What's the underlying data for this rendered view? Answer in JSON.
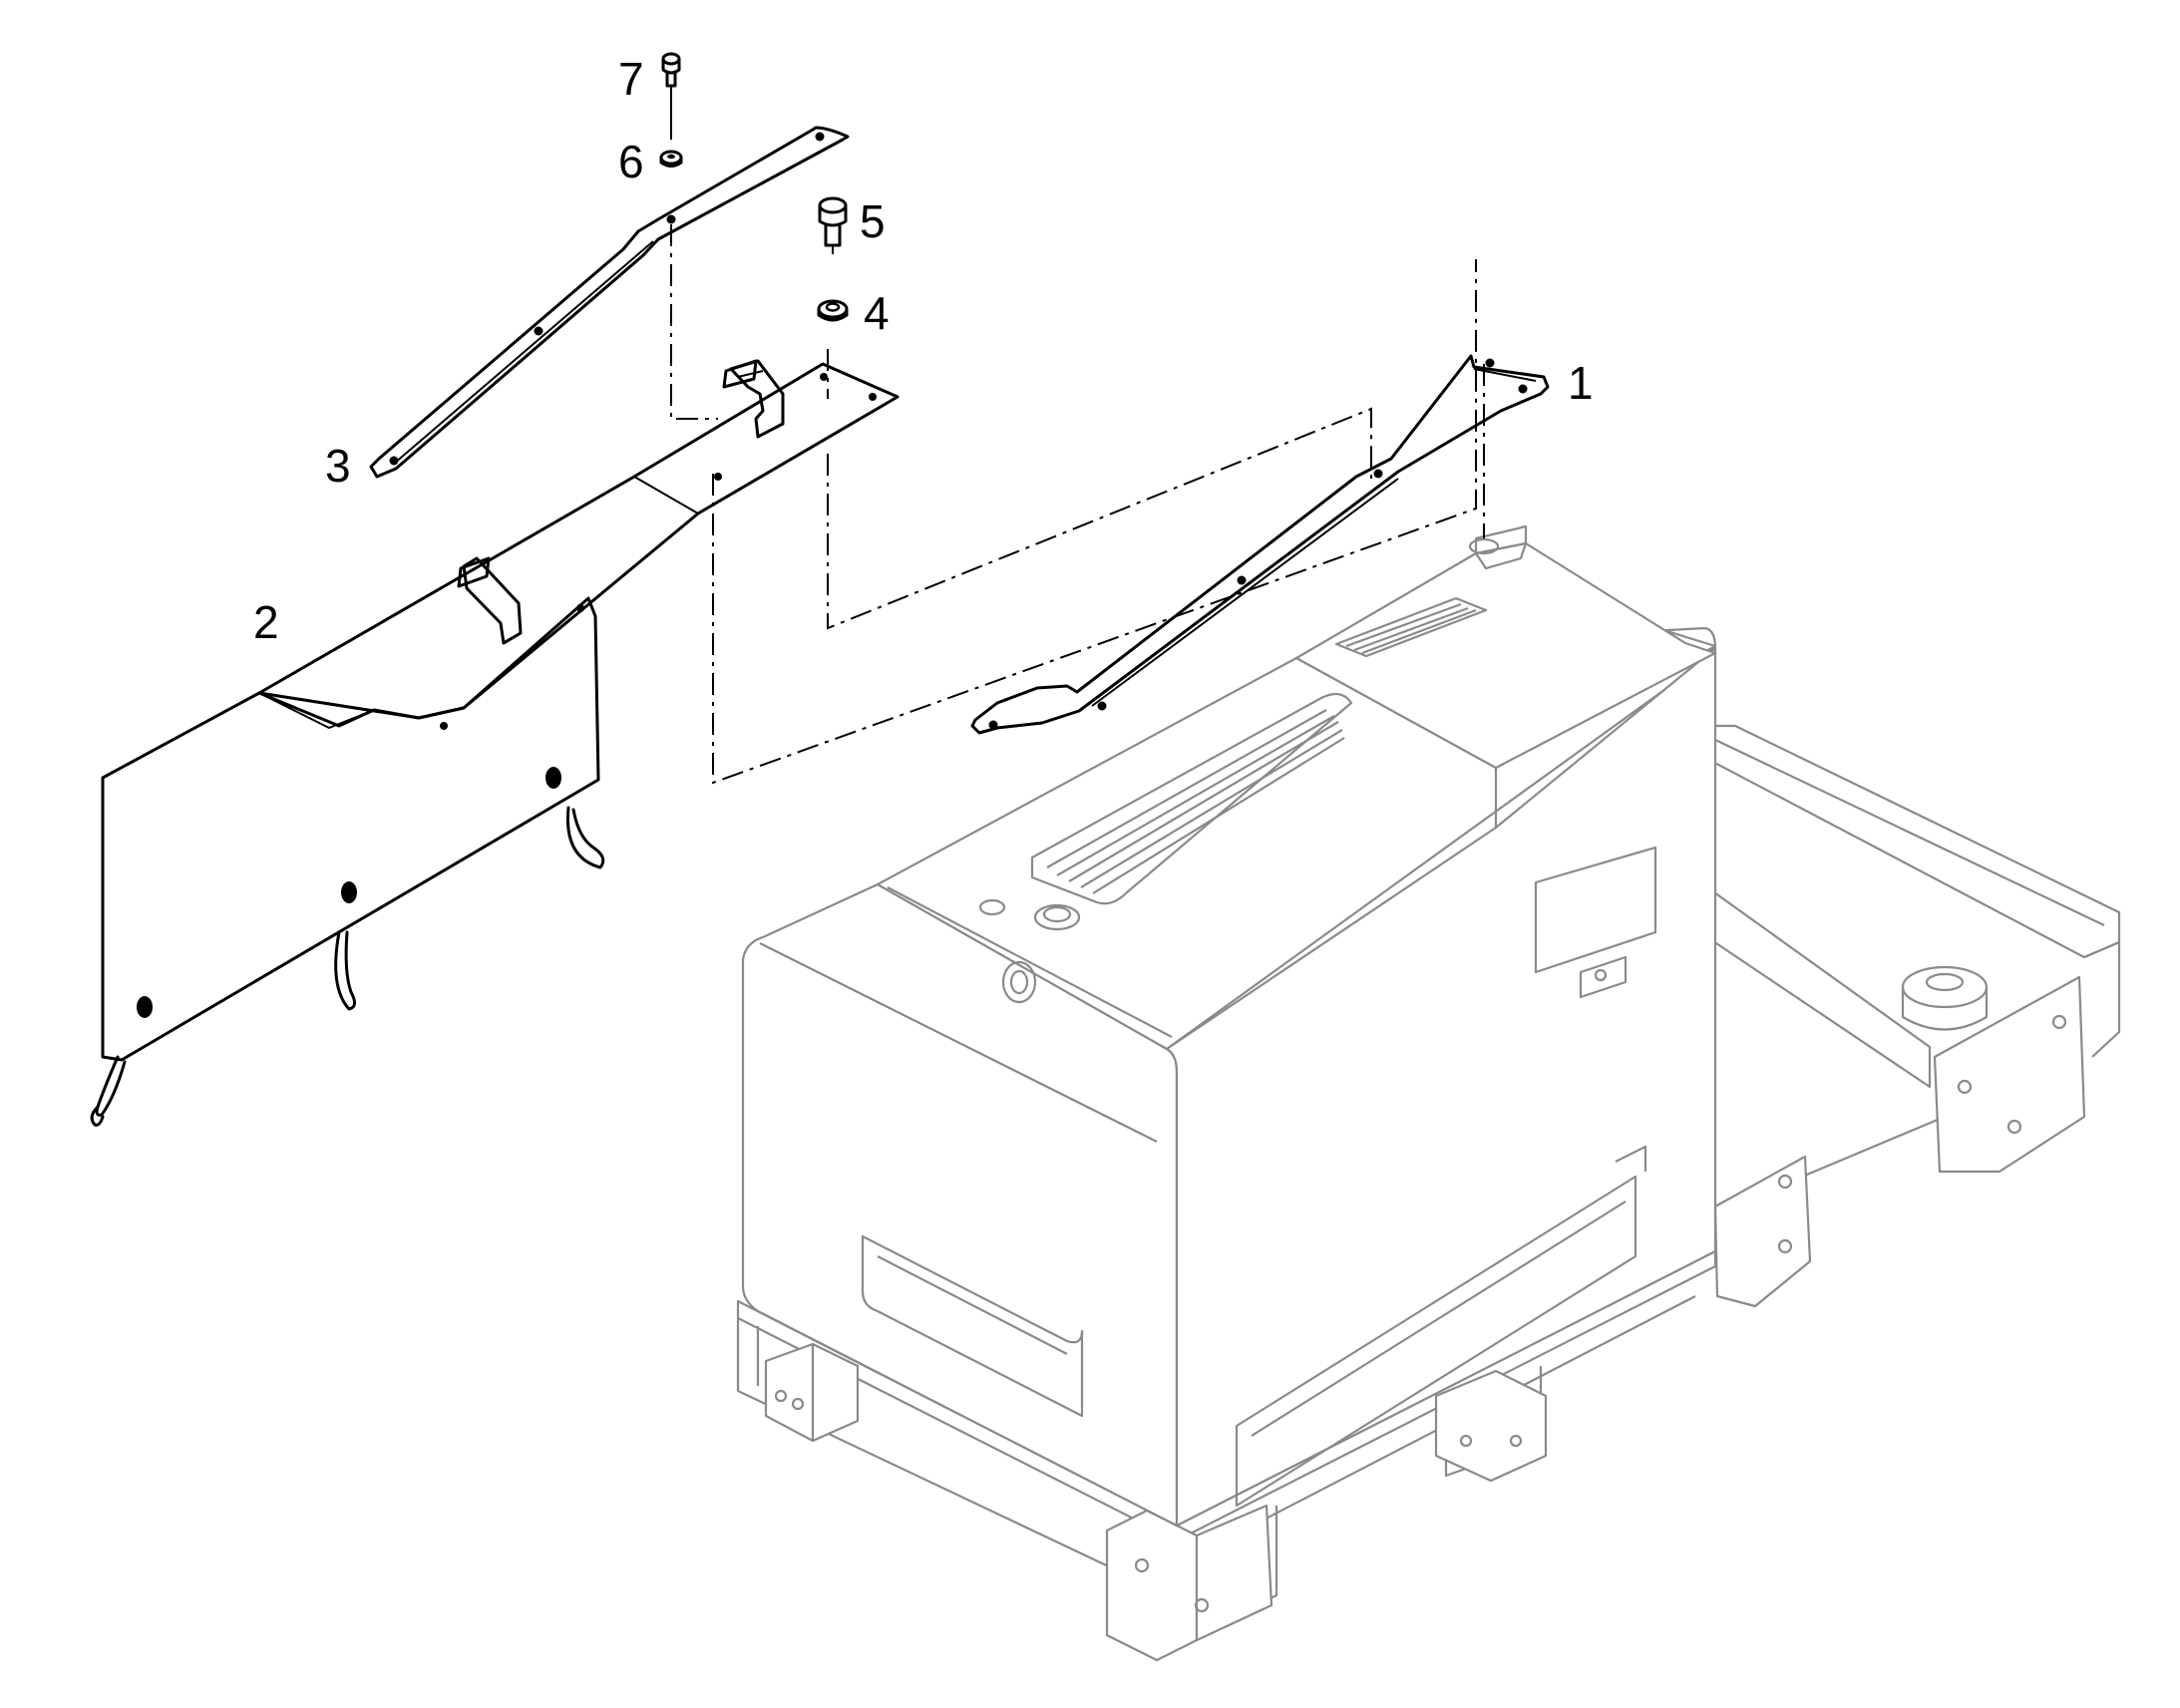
{
  "diagram": {
    "colors": {
      "line": "#000000",
      "ghost": "#8a8a8a",
      "background": "#ffffff"
    },
    "callouts": [
      {
        "id": "1",
        "label": "1"
      },
      {
        "id": "2",
        "label": "2"
      },
      {
        "id": "3",
        "label": "3"
      },
      {
        "id": "4",
        "label": "4"
      },
      {
        "id": "5",
        "label": "5"
      },
      {
        "id": "6",
        "label": "6"
      },
      {
        "id": "7",
        "label": "7"
      }
    ]
  }
}
